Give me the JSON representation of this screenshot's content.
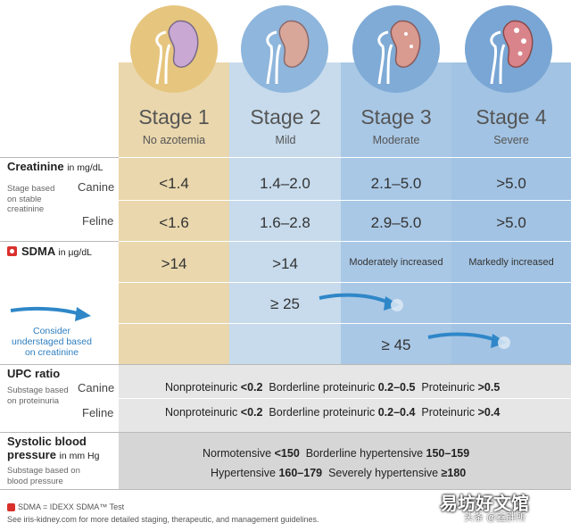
{
  "stages": [
    {
      "label": "Stage 1",
      "severity": "No azotemia"
    },
    {
      "label": "Stage 2",
      "severity": "Mild"
    },
    {
      "label": "Stage 3",
      "severity": "Moderate"
    },
    {
      "label": "Stage 4",
      "severity": "Severe"
    }
  ],
  "creatinine": {
    "title": "Creatinine",
    "unit": "in mg/dL",
    "sub": "Stage based on stable creatinine",
    "canine_label": "Canine",
    "feline_label": "Feline",
    "canine": [
      "<1.4",
      "1.4–2.0",
      "2.1–5.0",
      ">5.0"
    ],
    "feline": [
      "<1.6",
      "1.6–2.8",
      "2.9–5.0",
      ">5.0"
    ]
  },
  "sdma": {
    "title": "SDMA",
    "unit": "in µg/dL",
    "values": [
      ">14",
      ">14",
      "Moderately increased",
      "Markedly increased"
    ],
    "ge25": "≥ 25",
    "ge45": "≥ 45",
    "note": "Consider understaged based on creatinine"
  },
  "upc": {
    "title": "UPC ratio",
    "sub": "Substage based on proteinuria",
    "canine_label": "Canine",
    "feline_label": "Feline",
    "canine": {
      "np": "Nonproteinuric",
      "np_v": "<0.2",
      "bp": "Borderline proteinuric",
      "bp_v": "0.2–0.5",
      "p": "Proteinuric",
      "p_v": ">0.5"
    },
    "feline": {
      "np": "Nonproteinuric",
      "np_v": "<0.2",
      "bp": "Borderline proteinuric",
      "bp_v": "0.2–0.4",
      "p": "Proteinuric",
      "p_v": ">0.4"
    }
  },
  "bp": {
    "title1": "Systolic blood",
    "title2": "pressure",
    "unit": "in mm Hg",
    "sub": "Substage based on blood pressure",
    "nt": "Normotensive",
    "nt_v": "<150",
    "bh": "Borderline hypertensive",
    "bh_v": "150–159",
    "ht": "Hypertensive",
    "ht_v": "160–179",
    "sh": "Severely hypertensive",
    "sh_v": "≥180"
  },
  "footer": {
    "line1": "SDMA = IDEXX SDMA™ Test",
    "line2": "See iris-kidney.com for more detailed staging, therapeutic, and management guidelines."
  },
  "watermark": {
    "big": "易坊好文馆",
    "small": "头条 @鑫胖所"
  },
  "colors": {
    "stage1": "#ead7ad",
    "stage2": "#c7dbec",
    "stage3": "#a9c8e6",
    "stage4": "#a2c3e3",
    "sdma_icon": "#d9302c",
    "arrow": "#2f87c8"
  }
}
